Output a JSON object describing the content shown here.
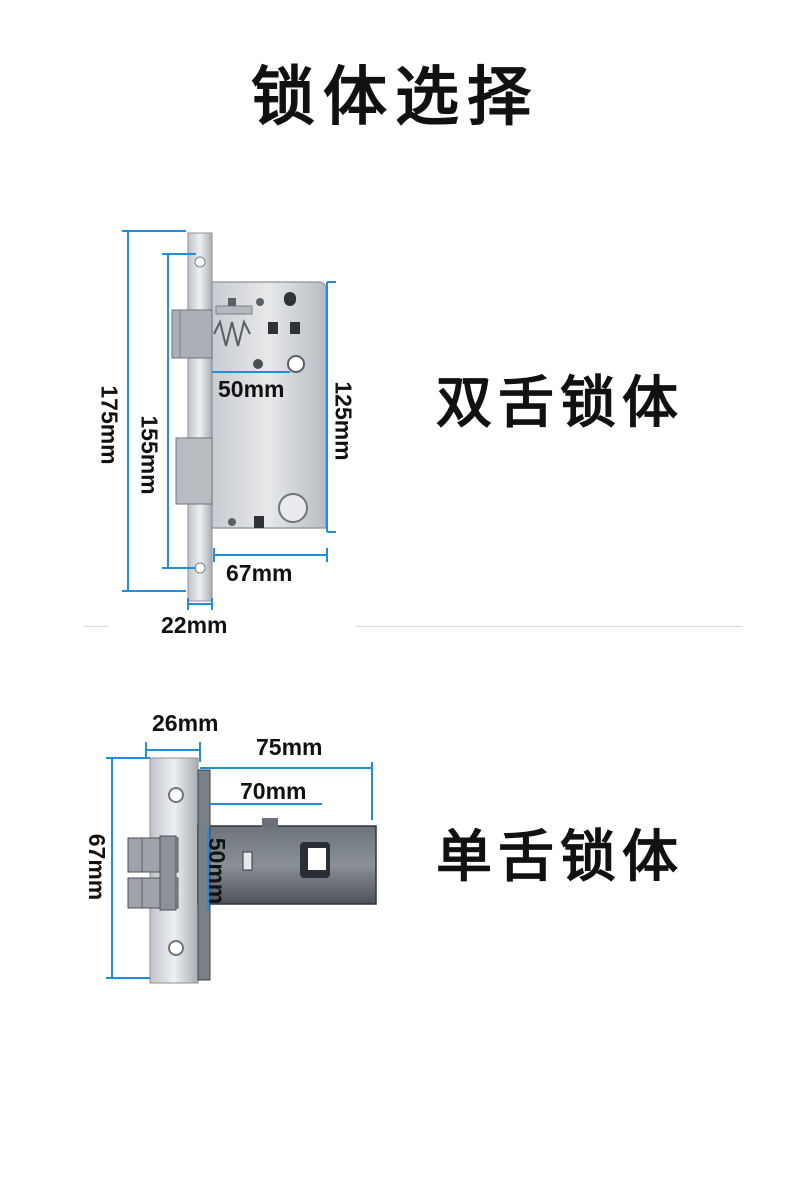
{
  "title": "锁体选择",
  "double": {
    "label": "双舌锁体",
    "dims": {
      "backset": "50mm",
      "body_height": "125mm",
      "faceplate_height": "175mm",
      "screw_spacing": "155mm",
      "body_depth": "67mm",
      "faceplate_width": "22mm"
    }
  },
  "single": {
    "label": "单舌锁体",
    "dims": {
      "faceplate_width": "26mm",
      "total_length": "75mm",
      "backset": "70mm",
      "faceplate_height": "67mm",
      "body_height": "50mm"
    }
  },
  "colors": {
    "dimension_line": "#1e8fe0",
    "steel": "#9aa0a6",
    "steel_dark": "#4a4f55",
    "text": "#111111"
  }
}
